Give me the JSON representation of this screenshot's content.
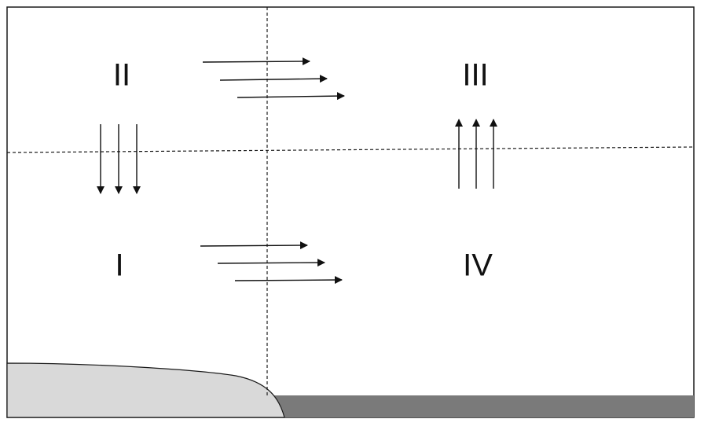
{
  "quadrants": {
    "q1": "I",
    "q2": "II",
    "q3": "III",
    "q4": "IV"
  },
  "colors": {
    "frame": "#1a1a1a",
    "dashed_line": "#1a1a1a",
    "arrow": "#111111",
    "mound_fill": "#d9d9d9",
    "ground_strip": "#7a7a7a",
    "background": "#ffffff"
  }
}
